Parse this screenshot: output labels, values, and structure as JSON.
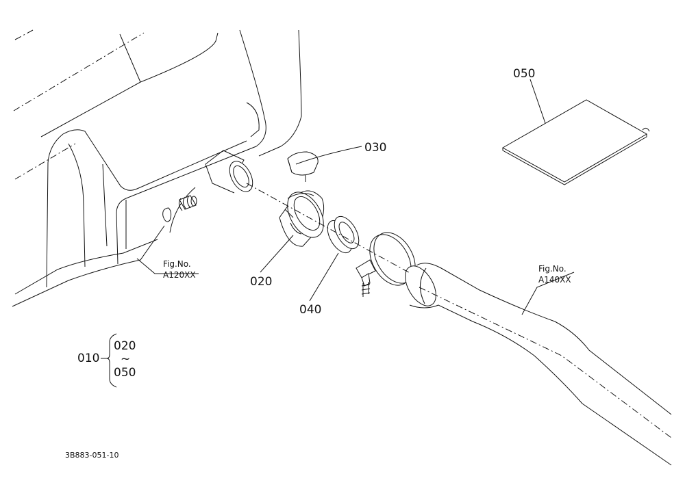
{
  "callouts": {
    "p020": "020",
    "p030": "030",
    "p040": "040",
    "p050": "050"
  },
  "fig_refs": {
    "left": {
      "line1": "Fig.No.",
      "line2": "A120XX"
    },
    "right": {
      "line1": "Fig.No.",
      "line2": "A140XX"
    }
  },
  "assembly": {
    "parent": "010",
    "from": "020",
    "tilde": "~",
    "to": "050"
  },
  "drawing_code": "3B883-051-10"
}
